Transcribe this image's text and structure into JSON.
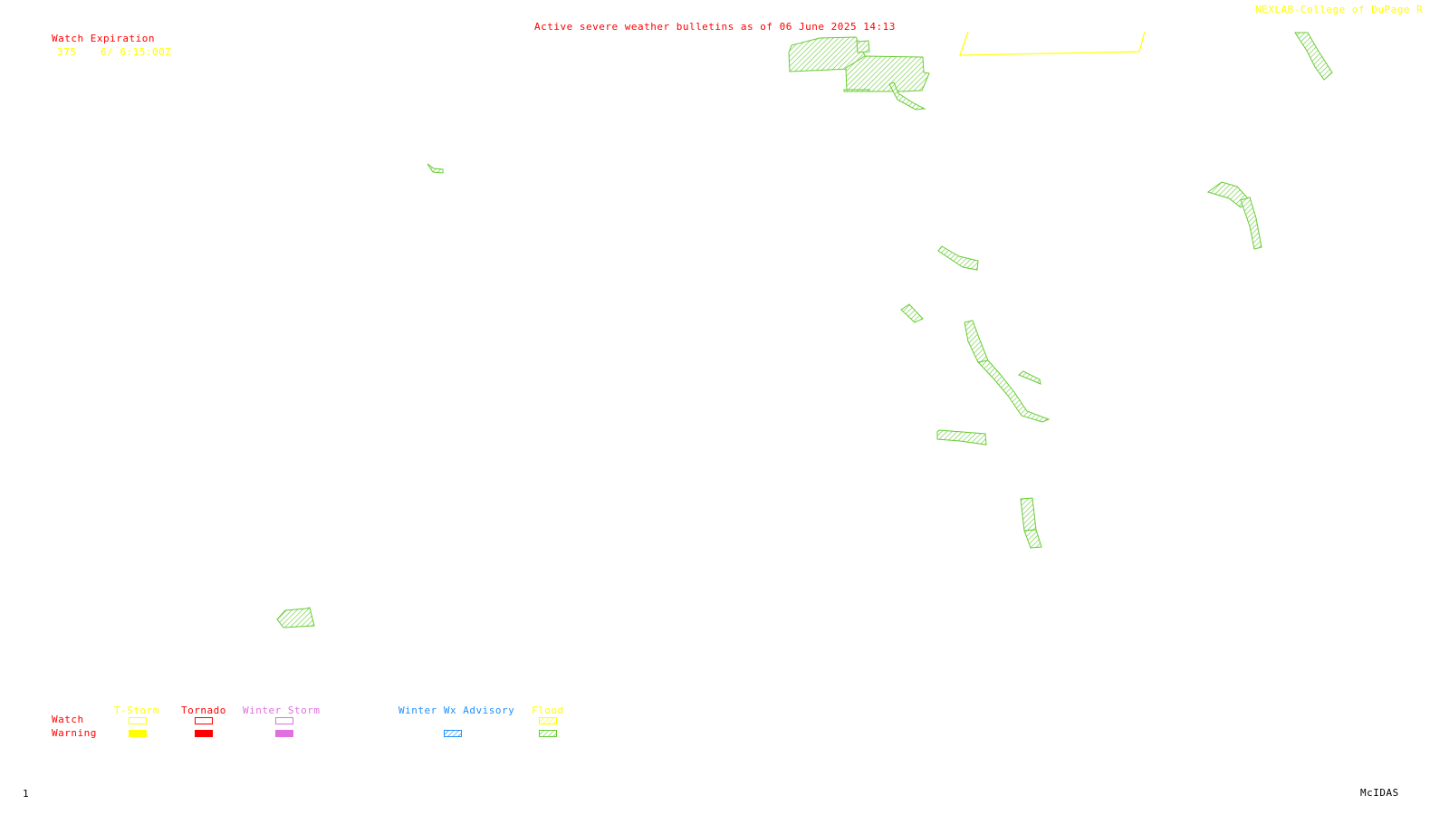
{
  "header": {
    "title": "Active severe weather bulletins as of 06 June 2025 14:13",
    "credit": "NEXLAB-College of DuPage R"
  },
  "watch_expiration": {
    "heading": "Watch Expiration",
    "entries": [
      {
        "number": "375",
        "expires": "6/ 6:15:00Z"
      }
    ]
  },
  "legend": {
    "row_labels": {
      "watch": "Watch",
      "warning": "Warning"
    },
    "columns": [
      {
        "label": "T-Storm",
        "color": "#ffff00",
        "watch": "outline",
        "warning": "solid"
      },
      {
        "label": "Tornado",
        "color": "#ff0000",
        "watch": "outline",
        "warning": "solid"
      },
      {
        "label": "Winter Storm",
        "color": "#e070e0",
        "watch": "outline",
        "warning": "solid"
      },
      {
        "label": "Winter Wx Advisory",
        "color": "#1e90ff",
        "warning": "hatched"
      },
      {
        "label": "Flood",
        "color": "#ffff00",
        "warning_color": "#66cc33",
        "watch": "hatched",
        "warning": "hatched"
      }
    ]
  },
  "map": {
    "flood_warning_color": "#66cc33",
    "watch_outline_color": "#ffff00",
    "flood_warning_count": 18,
    "tstorm_watch_count": 1
  },
  "footer": {
    "frame": "1",
    "software": "McIDAS"
  }
}
